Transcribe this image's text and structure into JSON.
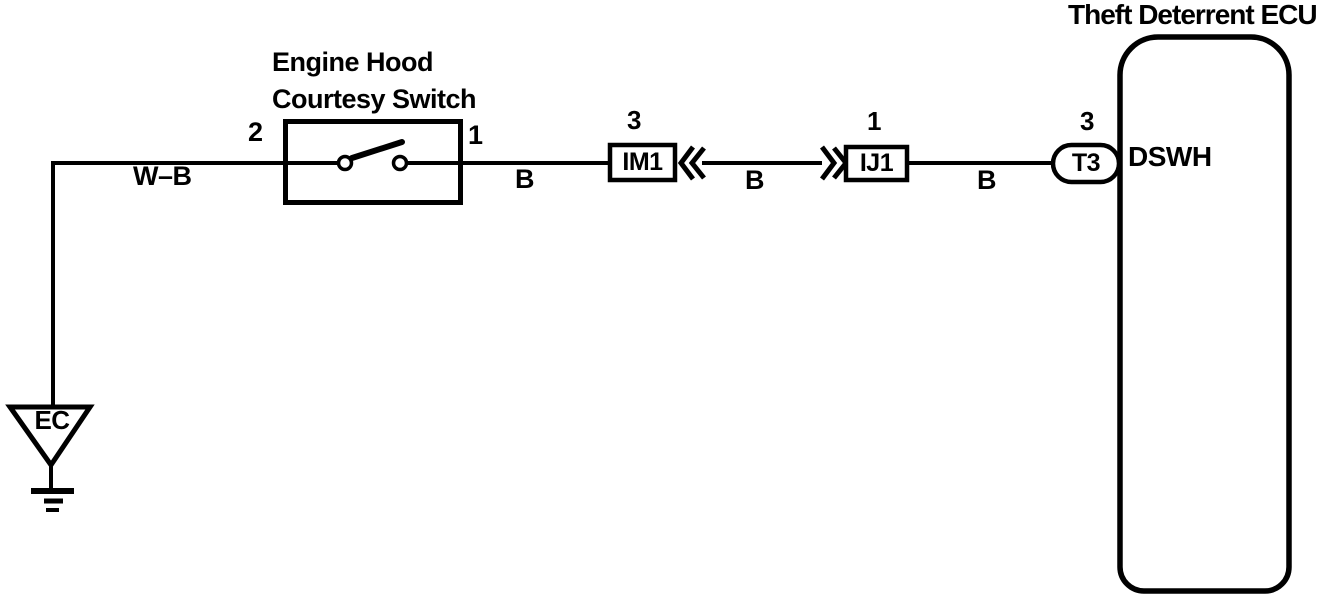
{
  "title": "Theft Deterrent ECU",
  "hood_switch": {
    "label_line1": "Engine Hood",
    "label_line2": "Courtesy Switch",
    "terminal_left": "2",
    "terminal_right": "1"
  },
  "wire_labels": {
    "ground_side": "W–B",
    "switch_to_im1": "B",
    "im1_to_ij1": "B",
    "ij1_to_t3": "B"
  },
  "connectors": {
    "im1": {
      "name": "IM1",
      "pin": "3"
    },
    "ij1": {
      "name": "IJ1",
      "pin": "1"
    },
    "t3": {
      "name": "T3",
      "pin": "3"
    }
  },
  "ecu": {
    "terminal_name": "DSWH"
  },
  "ground": {
    "label": "EC"
  },
  "colors": {
    "ink": "#000000",
    "paper": "#ffffff"
  }
}
